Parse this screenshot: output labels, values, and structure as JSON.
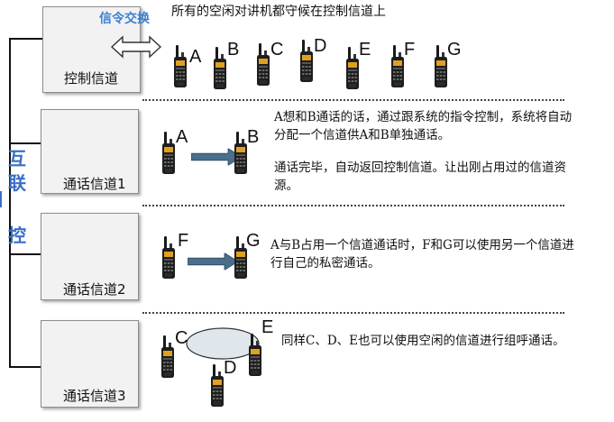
{
  "signal": {
    "text": "信令交换"
  },
  "top_caption": "所有的空闲对讲机都守候在控制信道上",
  "sidebar": {
    "chars": [
      "互",
      "联",
      "控"
    ]
  },
  "channels": {
    "control": "控制信道",
    "ch1": "通话信道1",
    "ch2": "通话信道2",
    "ch3": "通话信道3"
  },
  "radios": {
    "control": [
      "A",
      "B",
      "C",
      "D",
      "E",
      "F",
      "G"
    ],
    "ch1": [
      "A",
      "B"
    ],
    "ch2": [
      "F",
      "G"
    ],
    "ch3": [
      "C",
      "E",
      "D"
    ]
  },
  "descriptions": {
    "ch1_p1": "A想和B通话的话，通过跟系统的指令控制，系统将自动分配一个信道供A和B单独通话。",
    "ch1_p2": "通话完毕，自动返回控制信道。让出刚占用过的信道资源。",
    "ch2": "A与B占用一个信道通话时，F和G可以使用另一个信道进行自己的私密通话。",
    "ch3": "同样C、D、E也可以使用空闲的信道进行组呼通话。"
  },
  "colors": {
    "box_fill": "#f2f2f2",
    "arrow_fill": "#4a6e8c",
    "sidebar_text": "#3a6fc4",
    "signal_text": "#3a7fd0",
    "ellipse_fill": "#dfe6ec"
  }
}
